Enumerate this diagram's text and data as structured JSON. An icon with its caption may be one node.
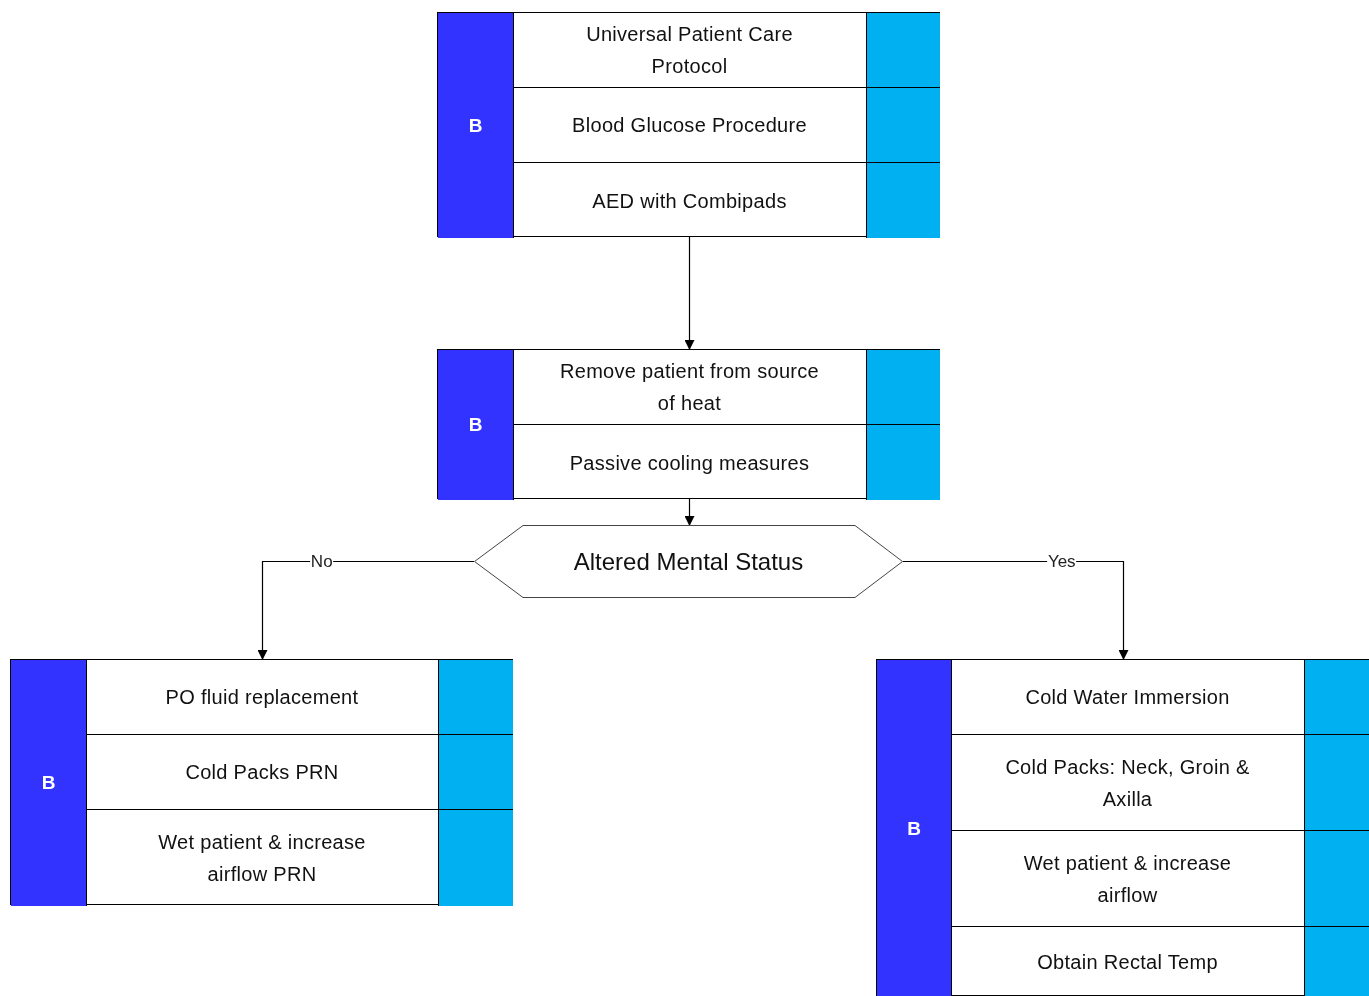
{
  "diagram": {
    "nodes": [
      {
        "text": [],
        "shape": "box"
      },
      {
        "text": [
          "B"
        ],
        "in": 0
      },
      {
        "text": [
          "Universal Patient Care Protocol"
        ],
        "in": 0
      },
      {
        "text": [
          "Blood Glucose Procedure"
        ],
        "in": 0
      },
      {
        "text": [
          "AED with Combipads"
        ],
        "in": 0
      },
      {
        "text": [],
        "shape": "box"
      },
      {
        "text": [
          "B"
        ],
        "in": 5
      },
      {
        "text": [
          "Remove patient from source of heat"
        ],
        "in": 5
      },
      {
        "text": [
          "Passive cooling measures"
        ],
        "in": 5
      },
      {
        "text": [
          "Altered Mental Status"
        ]
      },
      {
        "text": [],
        "shape": "box"
      },
      {
        "text": [
          "B"
        ],
        "in": 10
      },
      {
        "text": [
          "PO fluid replacement"
        ],
        "in": 10
      },
      {
        "text": [
          "Cold Packs PRN"
        ],
        "in": 10
      },
      {
        "text": [
          "Wet patient & increase airflow PRN"
        ],
        "in": 10
      },
      {
        "text": [],
        "shape": "box"
      },
      {
        "text": [
          "B"
        ],
        "in": 15
      },
      {
        "text": [
          "Cold Water Immersion"
        ],
        "in": 15
      },
      {
        "text": [
          "Cold Packs: Neck, Groin & Axilla"
        ],
        "in": 15
      },
      {
        "text": [
          "Wet patient & increase airflow"
        ],
        "in": 15
      },
      {
        "text": [
          "Obtain Rectal Temp"
        ],
        "in": 15
      }
    ],
    "edges": [
      {
        "from": 0,
        "to": 5,
        "arrow": "to"
      },
      {
        "from": 5,
        "to": 9,
        "arrow": "to"
      },
      {
        "from": 9,
        "to": 10,
        "arrow": "to",
        "label": "No"
      },
      {
        "from": 9,
        "to": 15,
        "arrow": "to",
        "label": "Yes"
      }
    ]
  }
}
